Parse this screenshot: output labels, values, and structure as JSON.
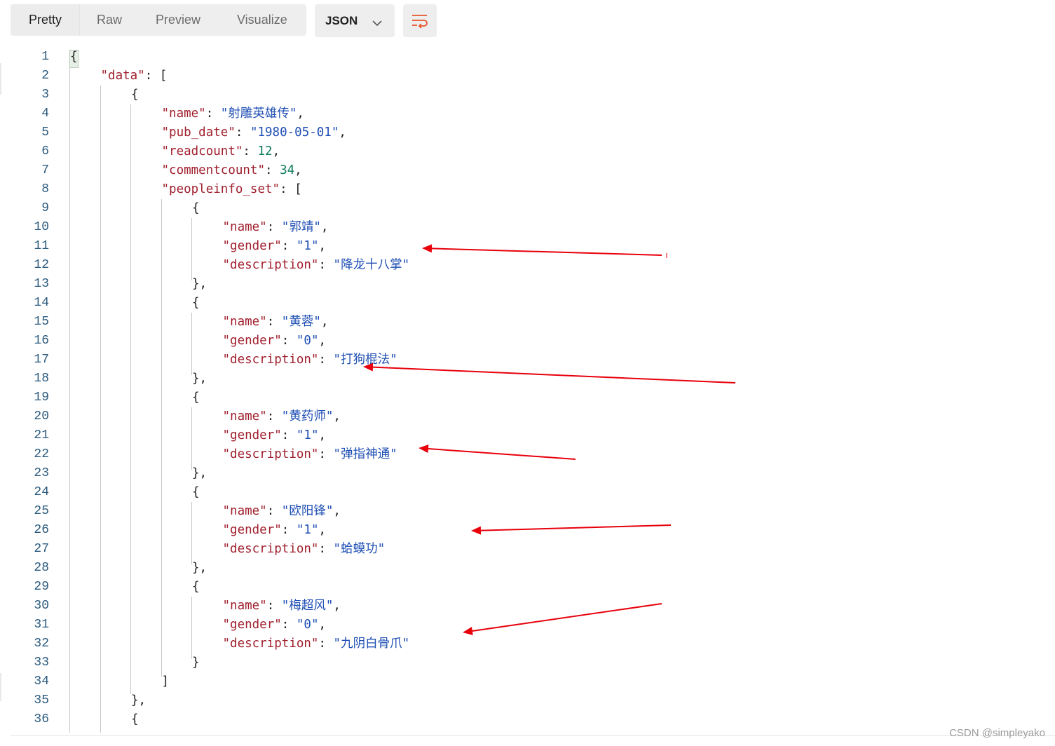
{
  "toolbar": {
    "tabs": [
      "Pretty",
      "Raw",
      "Preview",
      "Visualize"
    ],
    "format": "JSON",
    "chevron_icon": "chevron-down-icon",
    "wrap_icon": "wrap-lines-icon"
  },
  "editor": {
    "lines": [
      {
        "n": "1",
        "i": 0,
        "t": [
          [
            "p",
            "{"
          ]
        ]
      },
      {
        "n": "2",
        "i": 1,
        "t": [
          [
            "k",
            "\"data\""
          ],
          [
            "p",
            ": ["
          ]
        ]
      },
      {
        "n": "3",
        "i": 2,
        "t": [
          [
            "p",
            "{"
          ]
        ]
      },
      {
        "n": "4",
        "i": 3,
        "t": [
          [
            "k",
            "\"name\""
          ],
          [
            "p",
            ": "
          ],
          [
            "s",
            "\"射雕英雄传\""
          ],
          [
            "p",
            ","
          ]
        ]
      },
      {
        "n": "5",
        "i": 3,
        "t": [
          [
            "k",
            "\"pub_date\""
          ],
          [
            "p",
            ": "
          ],
          [
            "s",
            "\"1980-05-01\""
          ],
          [
            "p",
            ","
          ]
        ]
      },
      {
        "n": "6",
        "i": 3,
        "t": [
          [
            "k",
            "\"readcount\""
          ],
          [
            "p",
            ": "
          ],
          [
            "n",
            "12"
          ],
          [
            "p",
            ","
          ]
        ]
      },
      {
        "n": "7",
        "i": 3,
        "t": [
          [
            "k",
            "\"commentcount\""
          ],
          [
            "p",
            ": "
          ],
          [
            "n",
            "34"
          ],
          [
            "p",
            ","
          ]
        ]
      },
      {
        "n": "8",
        "i": 3,
        "t": [
          [
            "k",
            "\"peopleinfo_set\""
          ],
          [
            "p",
            ": ["
          ]
        ]
      },
      {
        "n": "9",
        "i": 4,
        "t": [
          [
            "p",
            "{"
          ]
        ]
      },
      {
        "n": "10",
        "i": 5,
        "t": [
          [
            "k",
            "\"name\""
          ],
          [
            "p",
            ": "
          ],
          [
            "s",
            "\"郭靖\""
          ],
          [
            "p",
            ","
          ]
        ]
      },
      {
        "n": "11",
        "i": 5,
        "t": [
          [
            "k",
            "\"gender\""
          ],
          [
            "p",
            ": "
          ],
          [
            "s",
            "\"1\""
          ],
          [
            "p",
            ","
          ]
        ]
      },
      {
        "n": "12",
        "i": 5,
        "t": [
          [
            "k",
            "\"description\""
          ],
          [
            "p",
            ": "
          ],
          [
            "s",
            "\"降龙十八掌\""
          ]
        ]
      },
      {
        "n": "13",
        "i": 4,
        "t": [
          [
            "p",
            "},"
          ]
        ]
      },
      {
        "n": "14",
        "i": 4,
        "t": [
          [
            "p",
            "{"
          ]
        ]
      },
      {
        "n": "15",
        "i": 5,
        "t": [
          [
            "k",
            "\"name\""
          ],
          [
            "p",
            ": "
          ],
          [
            "s",
            "\"黄蓉\""
          ],
          [
            "p",
            ","
          ]
        ]
      },
      {
        "n": "16",
        "i": 5,
        "t": [
          [
            "k",
            "\"gender\""
          ],
          [
            "p",
            ": "
          ],
          [
            "s",
            "\"0\""
          ],
          [
            "p",
            ","
          ]
        ]
      },
      {
        "n": "17",
        "i": 5,
        "t": [
          [
            "k",
            "\"description\""
          ],
          [
            "p",
            ": "
          ],
          [
            "s",
            "\"打狗棍法\""
          ]
        ]
      },
      {
        "n": "18",
        "i": 4,
        "t": [
          [
            "p",
            "},"
          ]
        ]
      },
      {
        "n": "19",
        "i": 4,
        "t": [
          [
            "p",
            "{"
          ]
        ]
      },
      {
        "n": "20",
        "i": 5,
        "t": [
          [
            "k",
            "\"name\""
          ],
          [
            "p",
            ": "
          ],
          [
            "s",
            "\"黄药师\""
          ],
          [
            "p",
            ","
          ]
        ]
      },
      {
        "n": "21",
        "i": 5,
        "t": [
          [
            "k",
            "\"gender\""
          ],
          [
            "p",
            ": "
          ],
          [
            "s",
            "\"1\""
          ],
          [
            "p",
            ","
          ]
        ]
      },
      {
        "n": "22",
        "i": 5,
        "t": [
          [
            "k",
            "\"description\""
          ],
          [
            "p",
            ": "
          ],
          [
            "s",
            "\"弹指神通\""
          ]
        ]
      },
      {
        "n": "23",
        "i": 4,
        "t": [
          [
            "p",
            "},"
          ]
        ]
      },
      {
        "n": "24",
        "i": 4,
        "t": [
          [
            "p",
            "{"
          ]
        ]
      },
      {
        "n": "25",
        "i": 5,
        "t": [
          [
            "k",
            "\"name\""
          ],
          [
            "p",
            ": "
          ],
          [
            "s",
            "\"欧阳锋\""
          ],
          [
            "p",
            ","
          ]
        ]
      },
      {
        "n": "26",
        "i": 5,
        "t": [
          [
            "k",
            "\"gender\""
          ],
          [
            "p",
            ": "
          ],
          [
            "s",
            "\"1\""
          ],
          [
            "p",
            ","
          ]
        ]
      },
      {
        "n": "27",
        "i": 5,
        "t": [
          [
            "k",
            "\"description\""
          ],
          [
            "p",
            ": "
          ],
          [
            "s",
            "\"蛤蟆功\""
          ]
        ]
      },
      {
        "n": "28",
        "i": 4,
        "t": [
          [
            "p",
            "},"
          ]
        ]
      },
      {
        "n": "29",
        "i": 4,
        "t": [
          [
            "p",
            "{"
          ]
        ]
      },
      {
        "n": "30",
        "i": 5,
        "t": [
          [
            "k",
            "\"name\""
          ],
          [
            "p",
            ": "
          ],
          [
            "s",
            "\"梅超风\""
          ],
          [
            "p",
            ","
          ]
        ]
      },
      {
        "n": "31",
        "i": 5,
        "t": [
          [
            "k",
            "\"gender\""
          ],
          [
            "p",
            ": "
          ],
          [
            "s",
            "\"0\""
          ],
          [
            "p",
            ","
          ]
        ]
      },
      {
        "n": "32",
        "i": 5,
        "t": [
          [
            "k",
            "\"description\""
          ],
          [
            "p",
            ": "
          ],
          [
            "s",
            "\"九阴白骨爪\""
          ]
        ]
      },
      {
        "n": "33",
        "i": 4,
        "t": [
          [
            "p",
            "}"
          ]
        ]
      },
      {
        "n": "34",
        "i": 3,
        "t": [
          [
            "p",
            "]"
          ]
        ]
      },
      {
        "n": "35",
        "i": 2,
        "t": [
          [
            "p",
            "},"
          ]
        ]
      },
      {
        "n": "36",
        "i": 2,
        "t": [
          [
            "p",
            "{"
          ]
        ]
      }
    ]
  },
  "annotation_color": "#e8000b",
  "watermark": "CSDN @simpleyako"
}
